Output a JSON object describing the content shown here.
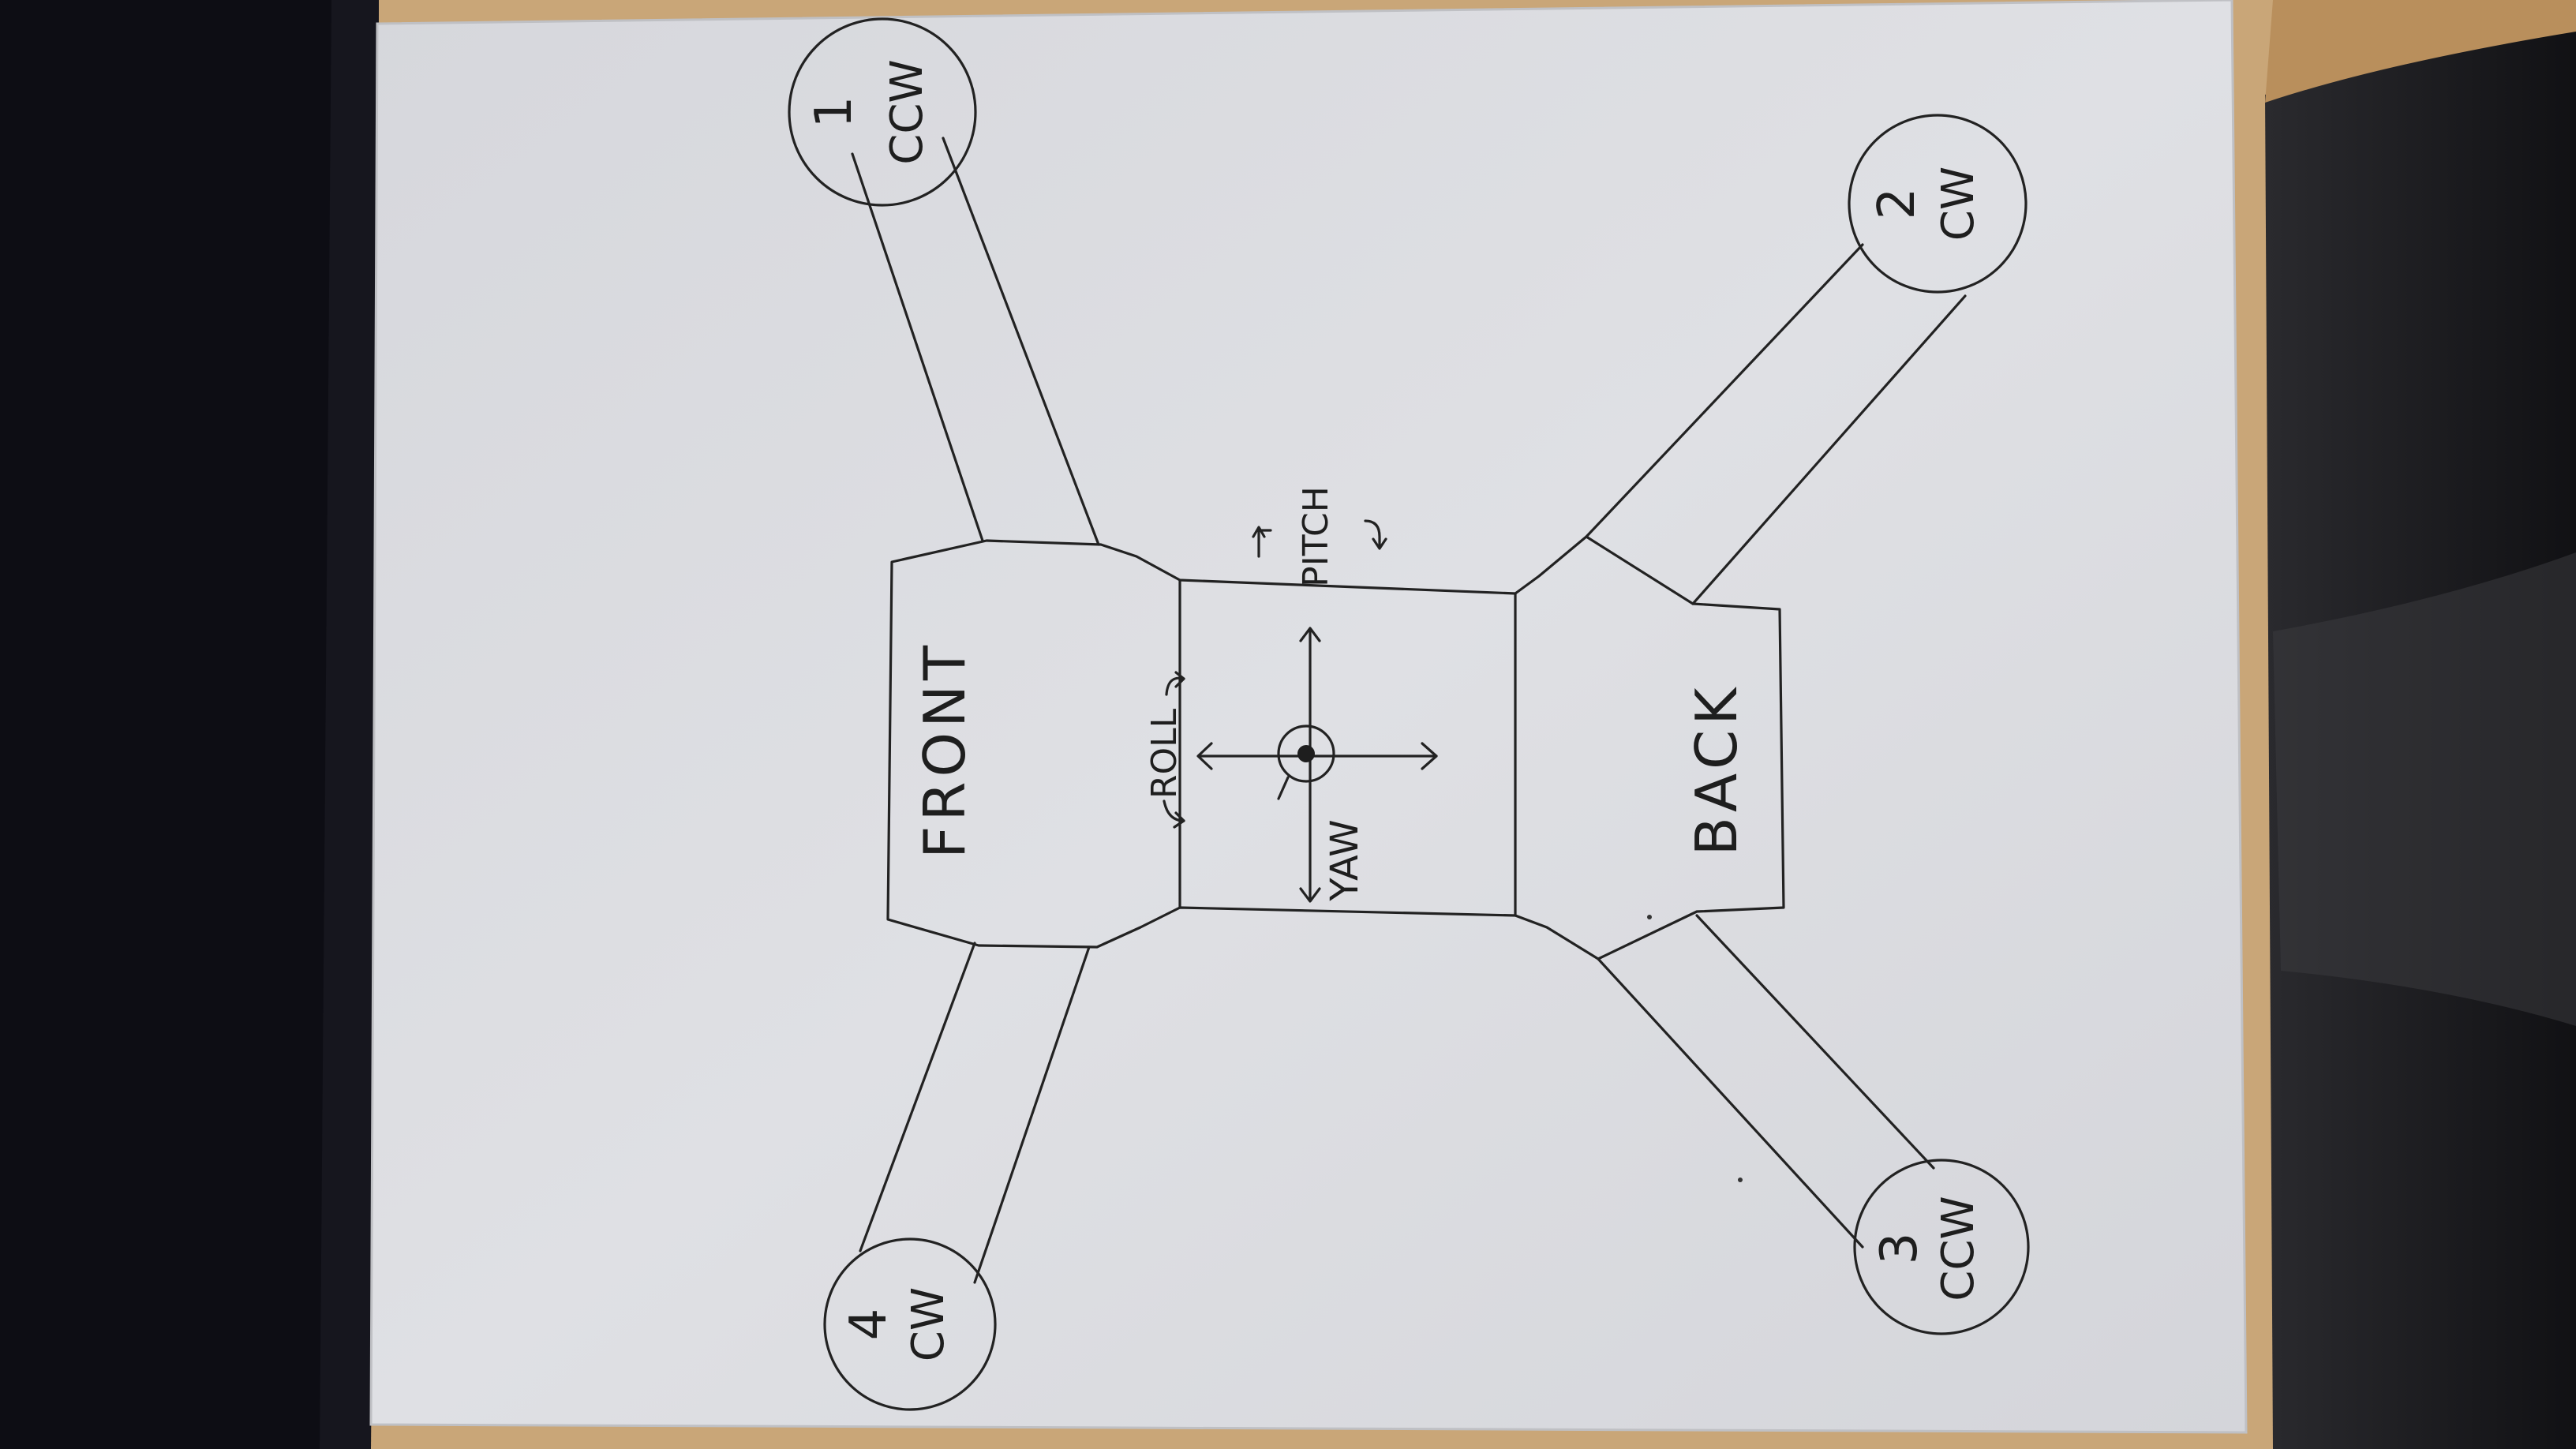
{
  "diagram": {
    "body_labels": {
      "front": "FRONT",
      "back": "BACK"
    },
    "axis_labels": {
      "roll": "ROLL",
      "pitch": "PITCH",
      "yaw": "YAW"
    },
    "motors": [
      {
        "number": "1",
        "direction": "CCW"
      },
      {
        "number": "2",
        "direction": "CW"
      },
      {
        "number": "3",
        "direction": "CCW"
      },
      {
        "number": "4",
        "direction": "CW"
      }
    ]
  },
  "colors": {
    "paper": "#dcdde2",
    "ink": "#222222",
    "desk_wood": "#c9a678",
    "binder_black": "#0d0d14",
    "chair_dark": "#1a1a1e"
  }
}
